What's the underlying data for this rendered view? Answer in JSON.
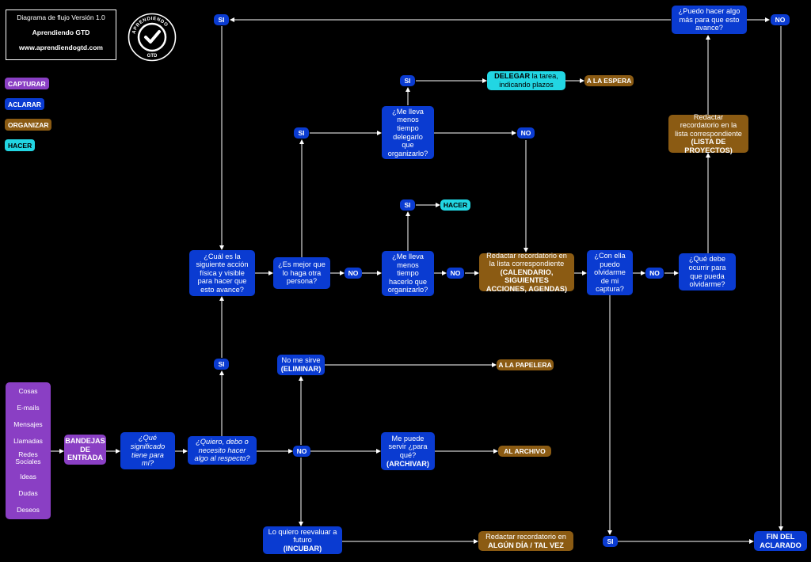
{
  "header": {
    "version": "Diagrama de flujo Versión 1.0",
    "brand": "Aprendiendo GTD",
    "url": "www.aprendiendogtd.com",
    "logo_text": "APRENDIENDO GTD"
  },
  "legend": {
    "capturar": "CAPTURAR",
    "aclarar": "ACLARAR",
    "organizar": "ORGANIZAR",
    "hacer": "HACER"
  },
  "colors": {
    "capturar": "#8a3fc4",
    "aclarar": "#0a3bd1",
    "organizar": "#8b5b13",
    "hacer": "#22d6e3"
  },
  "sources": [
    "Cosas",
    "E-mails",
    "Mensajes",
    "Llamadas",
    "Redes\nSociales",
    "Ideas",
    "Dudas",
    "Deseos"
  ],
  "nodes": {
    "bandejas": "BANDEJAS\nDE\nENTRADA",
    "significado": "¿Qué\nsignificado\ntiene para\nmí?",
    "quiero": "¿Quiero, debo o\nnecesito hacer\nalgo al respecto?",
    "accion": "¿Cuál es la\nsiguiente acción\nfísica y visible\npara hacer que\nesto avance?",
    "mejor": "¿Es mejor que\nlo haga  otra\npersona?",
    "menos_delegar": "¿Me lleva\nmenos\ntiempo\ndelegarlo\nque\norganizarlo?",
    "menos_hacer": "¿Me lleva\nmenos\ntiempo\nhacerlo que\norganizarlo?",
    "delegar_bold": "DELEGAR",
    "delegar_rest": " la tarea,\nindicando plazos",
    "a_la_espera": "A LA ESPERA",
    "hacer": "HACER",
    "recordatorio_lista": "Redactar recordatorio en\nla lista correspondiente",
    "recordatorio_lista_bold": "(CALENDARIO, SIGUIENTES\nACCIONES, AGENDAS)",
    "olvidarme": "¿Con ella\npuedo\nolvidarme\nde mi\ncaptura?",
    "que_debe": "¿Qué debe\nocurrir para\nque pueda\nolvidarme?",
    "proyectos": "Redactar\nrecordatorio en la\nlista correspondiente",
    "proyectos_bold": "(LISTA DE PROYECTOS)",
    "algo_mas": "¿Puedo hacer algo\nmás para que esto\navance?",
    "no_me_sirve": "No me sirve",
    "eliminar": "(ELIMINAR)",
    "papelera": "A LA PAPELERA",
    "servir": "Me puede\nservir ¿para\nqué?",
    "archivar": "(ARCHIVAR)",
    "archivo": "AL  ARCHIVO",
    "reevaluar": "Lo quiero reevaluar a\nfuturo",
    "incubar": "(INCUBAR)",
    "algun_dia": "Redactar recordatorio en",
    "algun_dia_bold": "ALGÚN DÍA / TAL VEZ",
    "fin": "FIN DEL\nACLARADO"
  },
  "labels": {
    "si": "SI",
    "no": "NO"
  }
}
